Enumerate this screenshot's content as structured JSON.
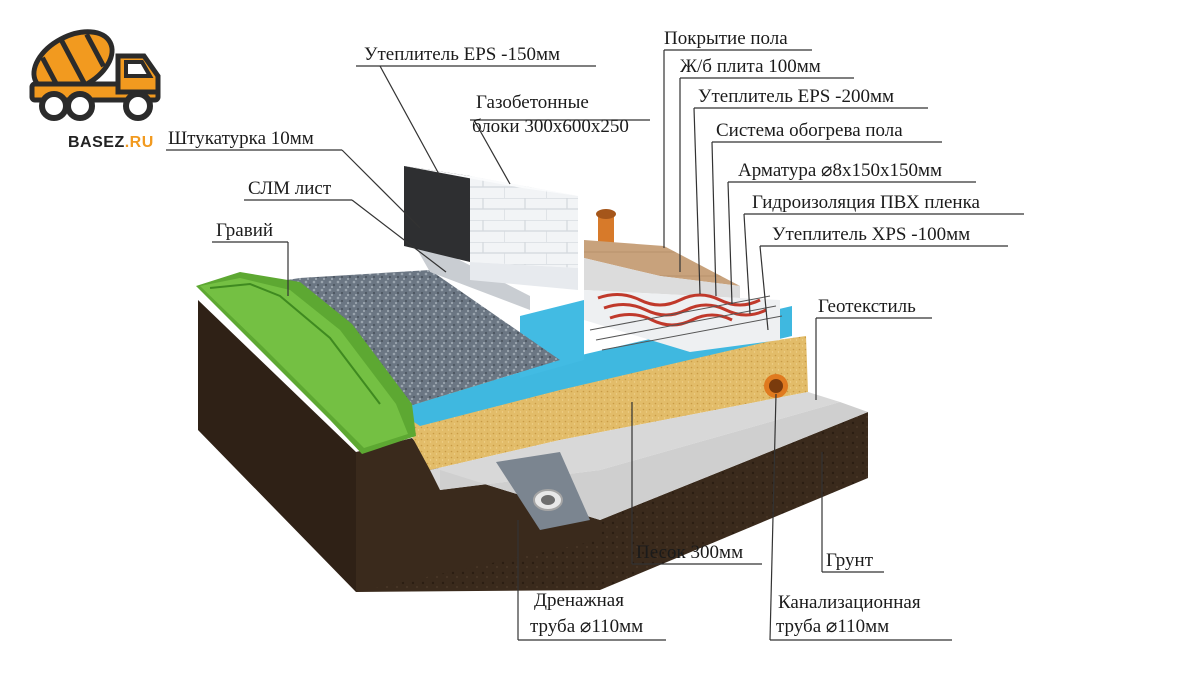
{
  "brand": {
    "name": "BASEZ",
    "domain": ".RU",
    "accent_color": "#f29a1f",
    "icon": "concrete-mixer-truck-icon"
  },
  "labels": {
    "eps150": "Утеплитель EPS -150мм",
    "gas_blocks_1": "Газобетонные",
    "gas_blocks_2": "блоки 300х600х250",
    "plaster": "Штукатурка 10мм",
    "slm": "СЛМ лист",
    "gravel": "Гравий",
    "floor_cover": "Покрытие пола",
    "rc_slab": "Ж/б плита 100мм",
    "eps200": "Утеплитель EPS -200мм",
    "heating": "Система обогрева пола",
    "rebar": "Арматура ⌀8х150х150мм",
    "waterproof": "Гидроизоляция ПВХ пленка",
    "xps100": "Утеплитель XPS -100мм",
    "geotextile": "Геотекстиль",
    "sand": "Песок 300мм",
    "soil": "Грунт",
    "drain_1": "Дренажная",
    "drain_2": "труба ⌀110мм",
    "sewer_1": "Канализационная",
    "sewer_2": "труба ⌀110мм"
  },
  "colors": {
    "soil": "#3b2a1c",
    "grass": "#5da832",
    "gravel": "#6f7a86",
    "sand": "#e3bd6a",
    "xps": "#3fb8e0",
    "geotextile": "#e8e8e8",
    "aerated_block": "#f1f3f5",
    "floor": "#c9a47e",
    "heating_pipe": "#c0392b",
    "drain_pipe": "#e8e8e8",
    "sewer_pipe": "#e07a1f"
  }
}
